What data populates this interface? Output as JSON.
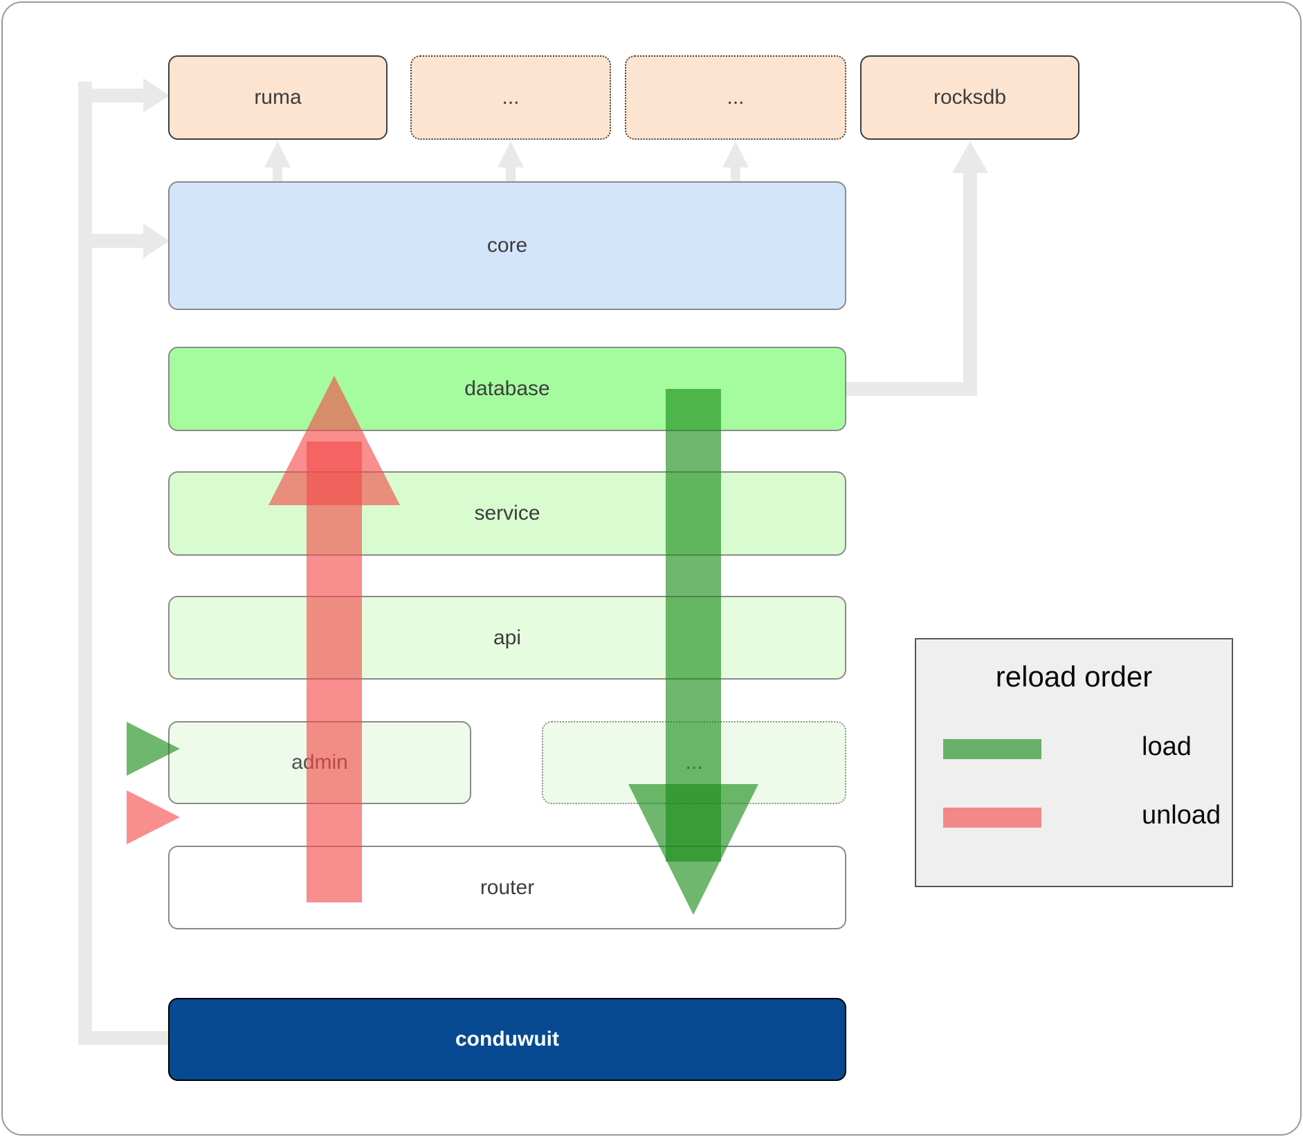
{
  "nodes": {
    "ruma": "ruma",
    "ellipsis_top_1": "...",
    "ellipsis_top_2": "...",
    "rocksdb": "rocksdb",
    "core": "core",
    "database": "database",
    "service": "service",
    "api": "api",
    "admin": "admin",
    "ellipsis_admin": "...",
    "router": "router",
    "conduwuit": "conduwuit"
  },
  "legend": {
    "title": "reload order",
    "items": [
      {
        "label": "load",
        "color": "#2e8b2e"
      },
      {
        "label": "unload",
        "color": "#f34848"
      }
    ]
  },
  "colors": {
    "peach_fill": "#fce4d0",
    "core_fill": "#d2e5fa",
    "database_fill": "#a5fc9e",
    "service_fill": "#d8fbd0",
    "api_fill": "#e6fcdf",
    "admin_fill": "#eefbea",
    "router_fill": "#ffffff",
    "conduwuit_fill": "#074a91",
    "connector_gray": "#e9e9e9",
    "load_arrow": "rgba(23,139,23,0.62)",
    "unload_arrow": "rgba(243,72,72,0.62)"
  }
}
